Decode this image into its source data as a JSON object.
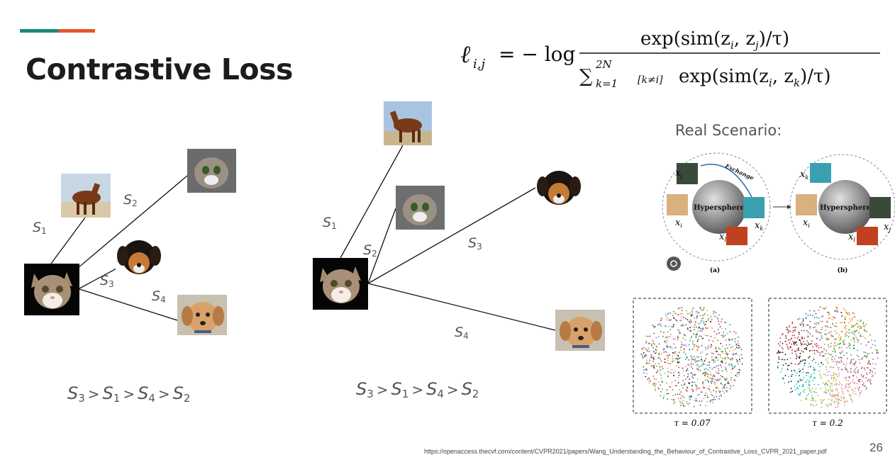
{
  "slide": {
    "title": "Contrastive Loss",
    "page_number": "26",
    "source_url": "https://openaccess.thecvf.com/content/CVPR2021/papers/Wang_Understanding_the_Behaviour_of_Contrastive_Loss_CVPR_2021_paper.pdf",
    "accent_colors": [
      "#1d8a7a",
      "#e8562a"
    ]
  },
  "formula": {
    "lhs": "ℓ",
    "lhs_sub": "i,j",
    "eq": "= − log",
    "numerator": "exp(sim(z",
    "numerator_i": "i",
    "numerator_mid": ", z",
    "numerator_j": "j",
    "numerator_end": ")/τ)",
    "sum": "∑",
    "sum_top": "2N",
    "sum_bottom": "k=1",
    "indicator": "[k≠i]",
    "denominator": "exp(sim(z",
    "denominator_i": "i",
    "denominator_mid": ", z",
    "denominator_k": "k",
    "denominator_end": ")/τ)"
  },
  "left_diagram": {
    "labels": [
      {
        "s": "S",
        "sub": "1"
      },
      {
        "s": "S",
        "sub": "2"
      },
      {
        "s": "S",
        "sub": "3"
      },
      {
        "s": "S",
        "sub": "4"
      }
    ],
    "inequality": [
      "S",
      "3",
      ">",
      "S",
      "1",
      ">",
      "S",
      "4",
      ">",
      "S",
      "2"
    ]
  },
  "middle_diagram": {
    "labels": [
      {
        "s": "S",
        "sub": "1"
      },
      {
        "s": "S",
        "sub": "2"
      },
      {
        "s": "S",
        "sub": "3"
      },
      {
        "s": "S",
        "sub": "4"
      }
    ],
    "inequality": [
      "S",
      "3",
      ">",
      "S",
      "1",
      ">",
      "S",
      "4",
      ">",
      "S",
      "2"
    ]
  },
  "real_scenario": {
    "heading": "Real Scenario:",
    "sphere_label": "Hypersphere",
    "exchange_label": "Exchange",
    "panel_a": "(a)",
    "panel_b": "(b)",
    "x_labels_a": [
      "x",
      "j",
      "x",
      "i",
      "x",
      "l",
      "x",
      "k"
    ],
    "x_labels_b": [
      "x",
      "k",
      "x",
      "i",
      "x",
      "l",
      "x",
      "j"
    ],
    "tau_left": "τ = 0.07",
    "tau_right": "τ = 0.2"
  }
}
